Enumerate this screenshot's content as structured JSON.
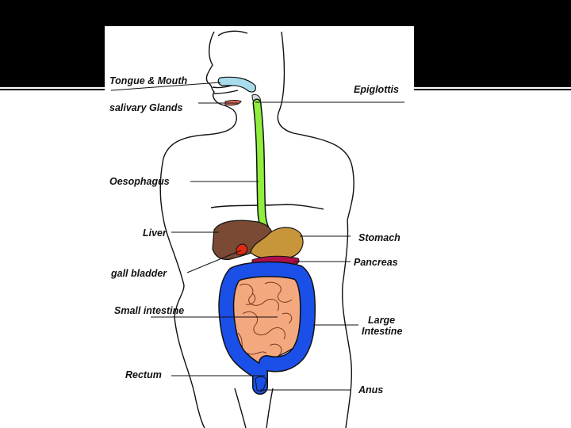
{
  "labels": {
    "tongue_mouth": "Tongue & Mouth",
    "salivary_glands": "salivary Glands",
    "epiglottis": "Epiglottis",
    "oesophagus": "Oesophagus",
    "liver": "Liver",
    "stomach": "Stomach",
    "gall_bladder": "gall bladder",
    "pancreas": "Pancreas",
    "small_intestine": "Small intestine",
    "large_intestine_line1": "Large",
    "large_intestine_line2": "Intestine",
    "rectum": "Rectum",
    "anus": "Anus"
  },
  "colors": {
    "header": "#000000",
    "tongue": "#a8dcec",
    "salivary": "#e0705a",
    "oesophagus": "#90ee3c",
    "liver": "#7a4a34",
    "stomach": "#c8963a",
    "gall_bladder": "#e02a10",
    "pancreas": "#b01048",
    "small_intestine": "#f4a87e",
    "large_intestine": "#1a50e8",
    "outline": "#111111"
  }
}
